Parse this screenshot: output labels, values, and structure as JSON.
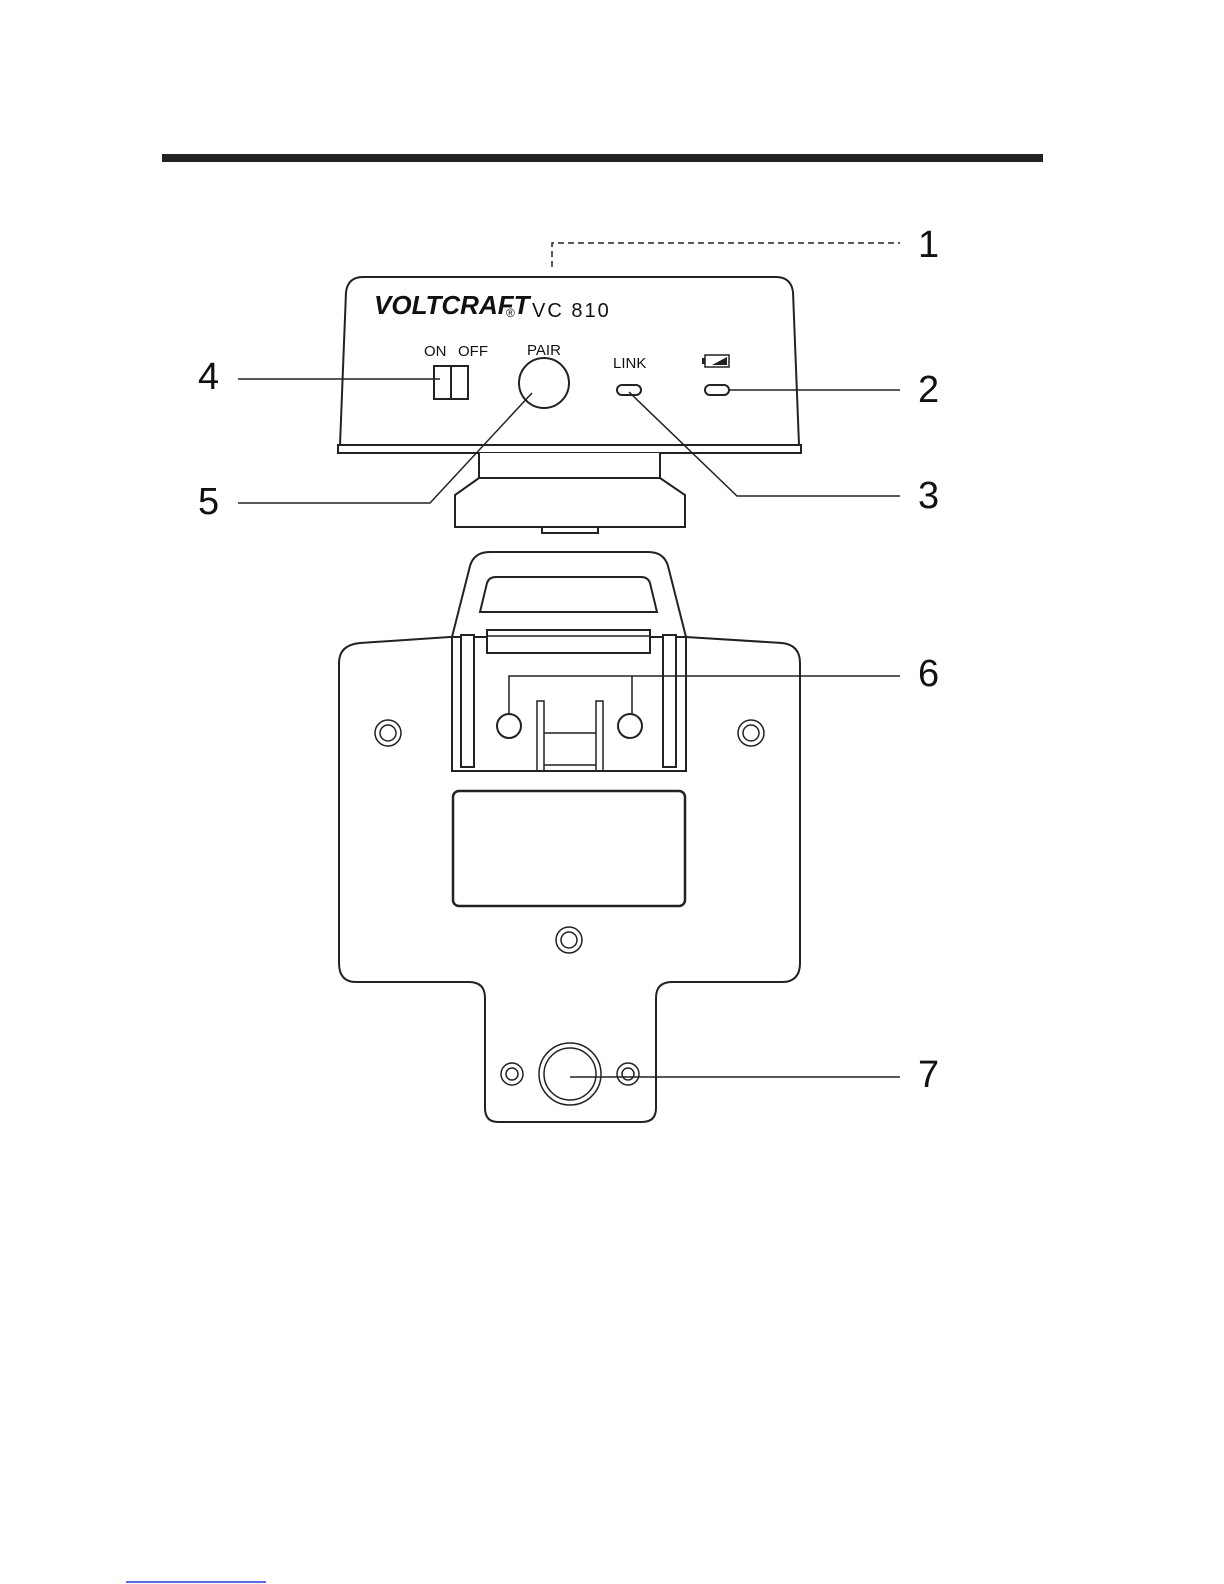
{
  "device": {
    "brand": "VOLTCRAFT",
    "registered_mark": "®",
    "model": "VC 810",
    "switch_labels": {
      "on": "ON",
      "off": "OFF"
    },
    "pair_label": "PAIR",
    "link_label": "LINK"
  },
  "callouts": [
    "1",
    "2",
    "3",
    "4",
    "5",
    "6",
    "7"
  ],
  "colors": {
    "ink": "#222222",
    "rule": "#222222",
    "link_underline": "#2a3bd6"
  }
}
